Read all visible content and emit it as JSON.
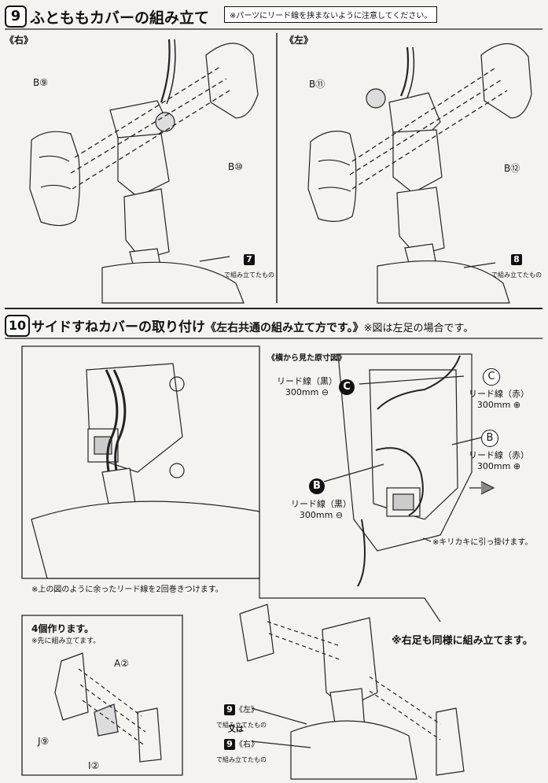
{
  "step9": {
    "number": "9",
    "title": "ふとももカバーの組み立て",
    "caution": "※パーツにリード線を挟まないように注意してください。",
    "right_label": "《右》",
    "left_label": "《左》",
    "right_part_a": "B⑨",
    "right_part_b": "B⑩",
    "left_part_a": "B⑪",
    "left_part_b": "B⑫",
    "ref_right_num": "7",
    "ref_left_num": "8",
    "ref_text": "で組み立てたもの"
  },
  "step10": {
    "number": "10",
    "title": "サイドすねカバーの取り付け",
    "title_suffix": "《左右共通の組み立て方です。》",
    "title_note": "※図は左足の場合です。",
    "wrap_note": "※上の図のように余ったリード線を2回巻きつけます。",
    "side_view_label": "《横から見た原寸図》",
    "lead_black_c": "リード線（黒）",
    "len_black_c": "300mm ⊖",
    "tag_c": "C",
    "lead_red_c": "リード線（赤）",
    "len_red_c": "300mm ⊕",
    "tag_b": "B",
    "lead_red_b": "リード線（赤）",
    "len_red_b": "300mm ⊕",
    "lead_black_b": "リード線（黒）",
    "len_black_b": "300mm ⊖",
    "hook_note": "※キリカキに引っ掛けます。",
    "make_four": "4個作ります。",
    "make_first": "※先に組み立てます。",
    "part_a2": "A②",
    "part_j9": "J⑨",
    "part_i2": "I②",
    "right_same": "※右足も同様に組み立てます。",
    "ref_9": "9",
    "ref_left": "《左》",
    "ref_text": "で組み立てたもの",
    "or_text": "又は",
    "ref_right": "《右》"
  }
}
